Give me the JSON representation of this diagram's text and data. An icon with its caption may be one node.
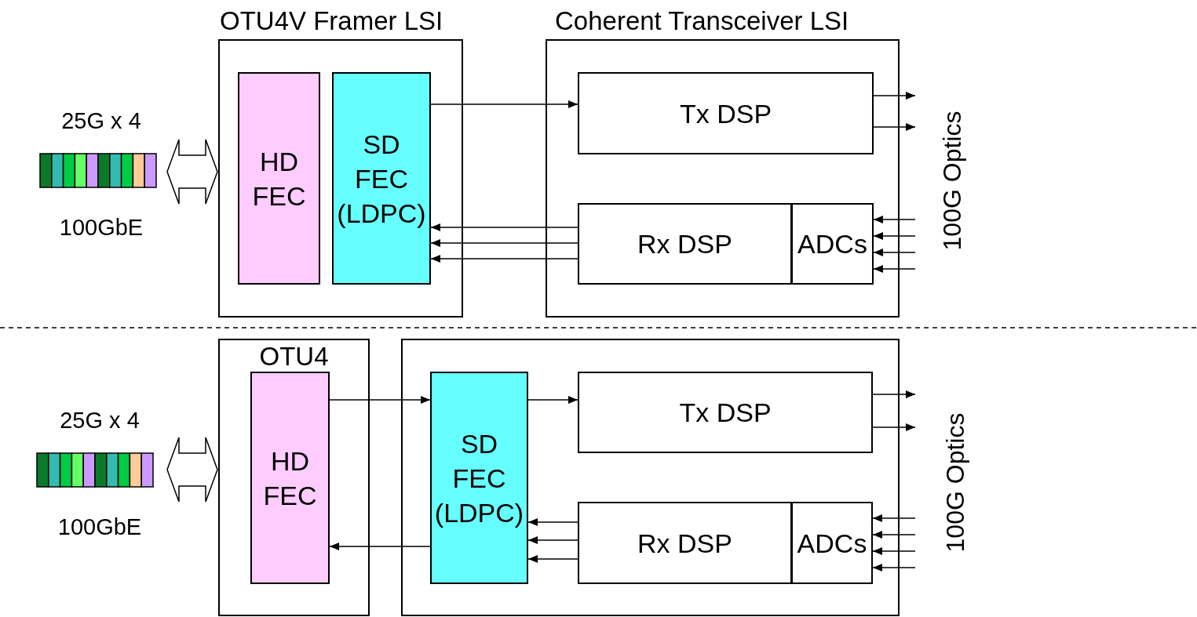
{
  "diagram": {
    "nodes": [
      {
        "text": [
          "OTU4V Framer LSI"
        ]
      },
      {
        "text": [
          "HD FEC"
        ],
        "in": 0
      },
      {
        "text": [
          "SD FEC (LDPC)"
        ],
        "in": 0
      },
      {
        "text": [
          "Coherent Transceiver LSI"
        ]
      },
      {
        "text": [
          "Tx DSP"
        ],
        "in": 3
      },
      {
        "text": [
          "Rx DSP"
        ],
        "in": 3
      },
      {
        "text": [
          "ADCs"
        ],
        "in": 3
      },
      {
        "text": [
          "25G x 4",
          "100GbE"
        ]
      },
      {
        "text": [
          "OTU4"
        ]
      },
      {
        "text": [
          "HD FEC"
        ],
        "in": 8
      },
      {
        "text": [],
        "shape": "box"
      },
      {
        "text": [
          "SD FEC (LDPC)"
        ],
        "in": 10
      },
      {
        "text": [
          "Tx DSP"
        ],
        "in": 10
      },
      {
        "text": [
          "Rx DSP"
        ],
        "in": 10
      },
      {
        "text": [
          "ADCs"
        ],
        "in": 10
      },
      {
        "text": [
          "25G x 4",
          "100GbE"
        ]
      }
    ],
    "edges": [
      {
        "from": 7,
        "to": 0,
        "arrow": "both"
      },
      {
        "from": 2,
        "to": 4,
        "arrow": "to"
      },
      {
        "from": 5,
        "to": 2,
        "arrow": "to"
      },
      {
        "from": 5,
        "to": 2,
        "arrow": "to"
      },
      {
        "from": 5,
        "to": 2,
        "arrow": "to"
      },
      {
        "from": 4,
        "to": null,
        "arrow": "to"
      },
      {
        "from": 4,
        "to": null,
        "arrow": "to"
      },
      {
        "from": null,
        "to": 6,
        "arrow": "to"
      },
      {
        "from": null,
        "to": 6,
        "arrow": "to"
      },
      {
        "from": null,
        "to": 6,
        "arrow": "to"
      },
      {
        "from": null,
        "to": 6,
        "arrow": "to"
      },
      {
        "from": 15,
        "to": 8,
        "arrow": "both"
      },
      {
        "from": 9,
        "to": 11,
        "arrow": "to"
      },
      {
        "from": 11,
        "to": 12,
        "arrow": "to"
      },
      {
        "from": 11,
        "to": 9,
        "arrow": "to"
      },
      {
        "from": 13,
        "to": 11,
        "arrow": "to"
      },
      {
        "from": 13,
        "to": 11,
        "arrow": "to"
      },
      {
        "from": 13,
        "to": 11,
        "arrow": "to"
      },
      {
        "from": 12,
        "to": null,
        "arrow": "to"
      },
      {
        "from": 12,
        "to": null,
        "arrow": "to"
      },
      {
        "from": null,
        "to": 14,
        "arrow": "to"
      },
      {
        "from": null,
        "to": 14,
        "arrow": "to"
      },
      {
        "from": null,
        "to": 14,
        "arrow": "to"
      },
      {
        "from": null,
        "to": 14,
        "arrow": "to"
      }
    ],
    "labels": [
      "100G Optics",
      "100G Optics"
    ]
  }
}
